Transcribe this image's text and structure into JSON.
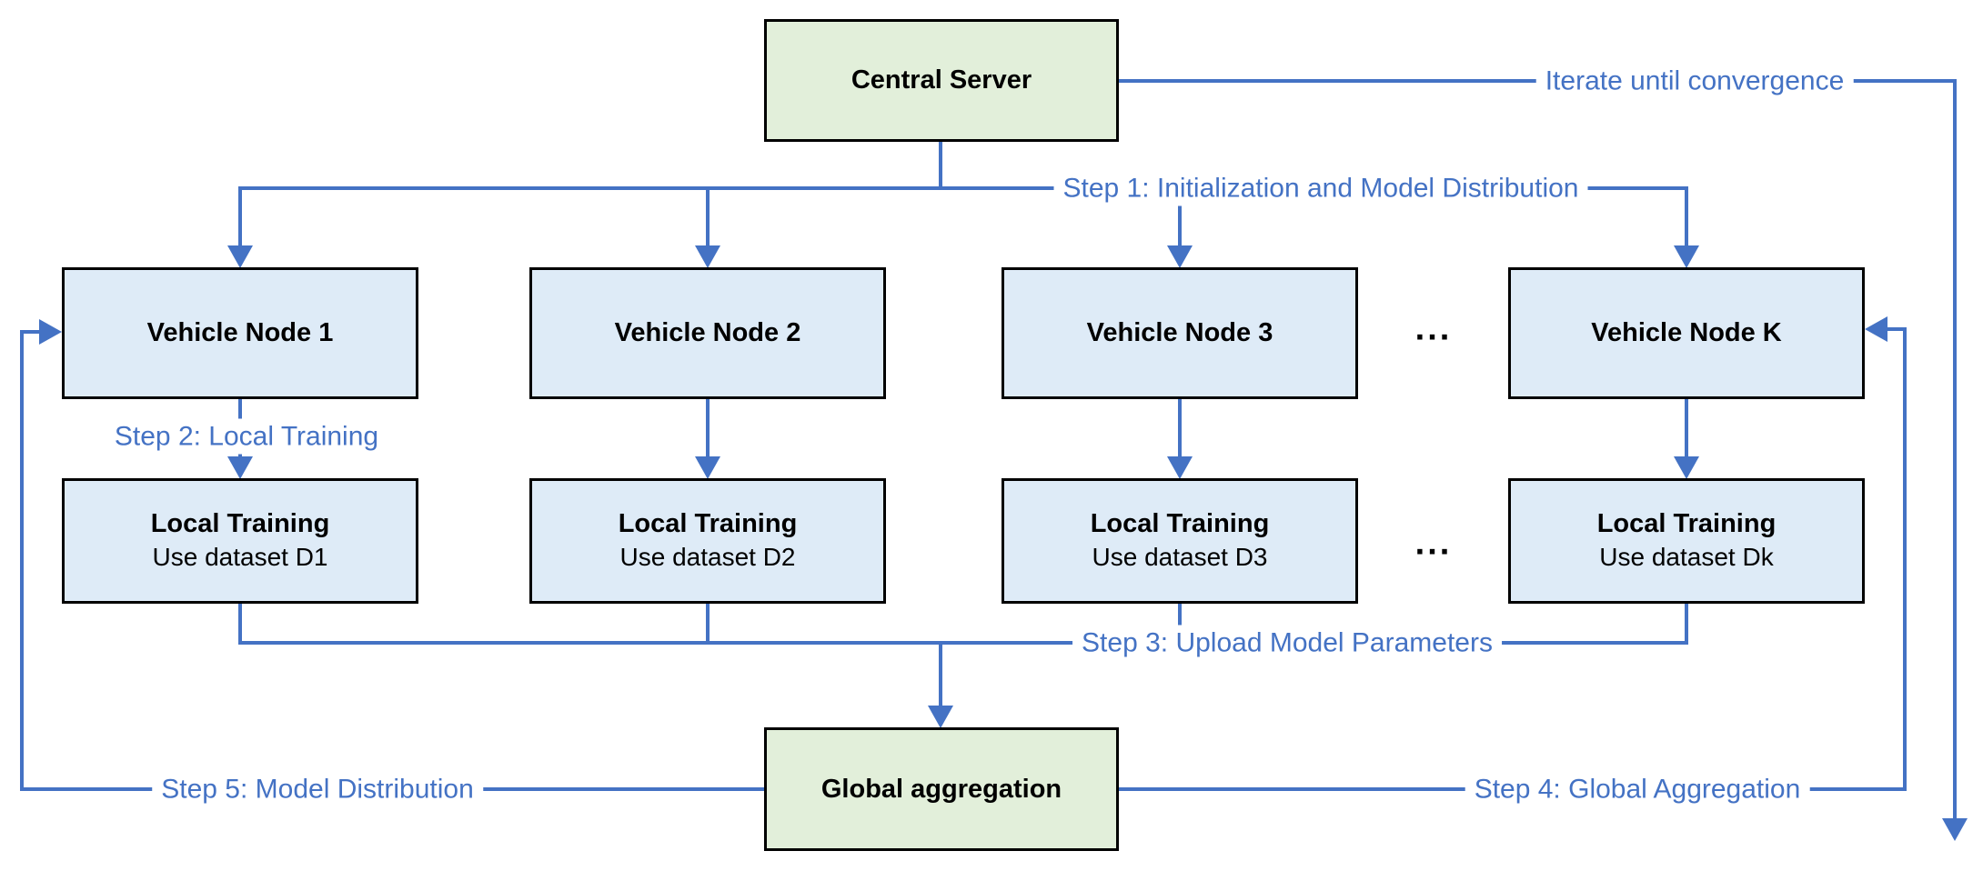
{
  "colors": {
    "line_blue": "#4472C4",
    "label_blue": "#4472C4",
    "node_fill_blue": "#DEEBF7",
    "node_fill_green": "#E2EFDA",
    "node_border": "#000000"
  },
  "nodes": {
    "central_server": "Central Server",
    "vehicle_nodes": [
      "Vehicle Node 1",
      "Vehicle Node 2",
      "Vehicle Node 3",
      "Vehicle Node K"
    ],
    "local_training_title": "Local Training",
    "local_training_datasets": [
      "Use dataset D1",
      "Use dataset D2",
      "Use dataset D3",
      "Use dataset Dk"
    ],
    "global_aggregation": "Global aggregation",
    "ellipsis": "..."
  },
  "edge_labels": {
    "step1": "Step 1: Initialization and Model Distribution",
    "step2": "Step 2: Local Training",
    "step3": "Step 3: Upload Model Parameters",
    "step4": "Step 4: Global Aggregation",
    "step5": "Step 5: Model Distribution",
    "iterate": "Iterate until convergence"
  }
}
